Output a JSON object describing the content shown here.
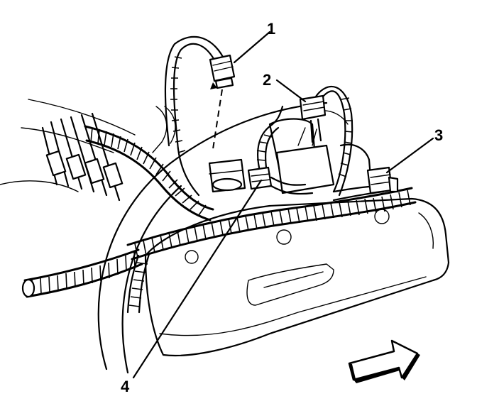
{
  "callouts": {
    "c1": "1",
    "c2": "2",
    "c3": "3",
    "c4": "4"
  },
  "icons": {
    "arrow": "front-direction-arrow-icon"
  }
}
